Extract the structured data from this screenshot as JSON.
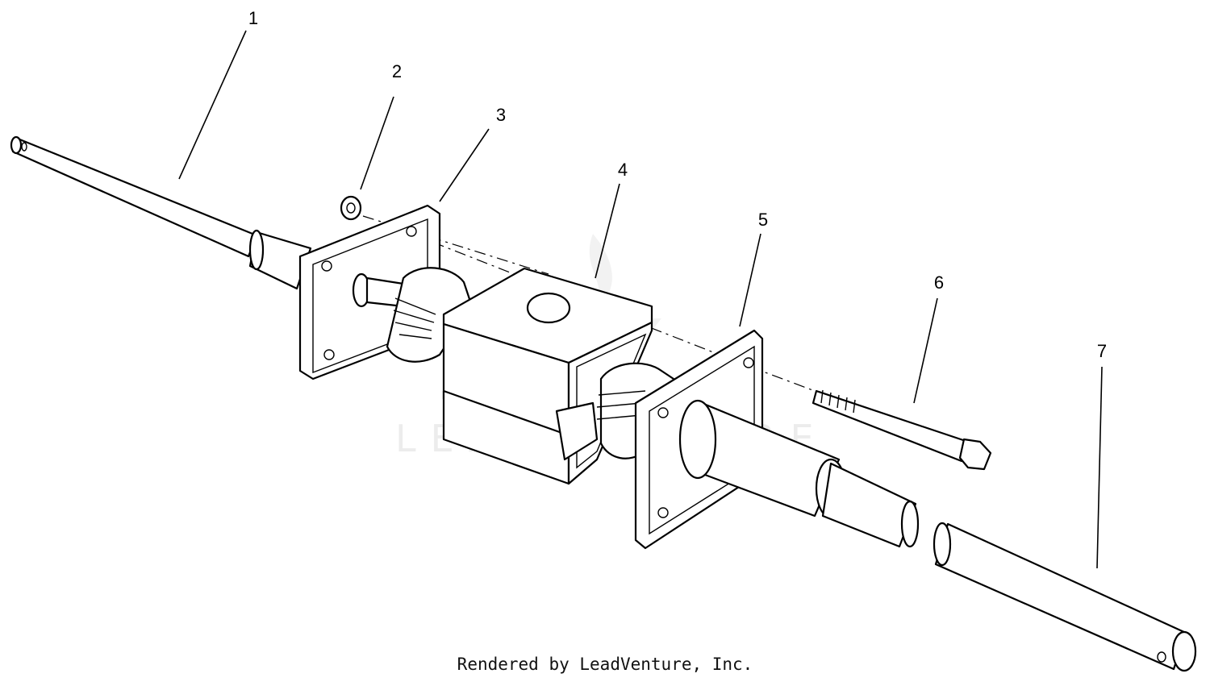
{
  "callouts": [
    {
      "number": "1",
      "part": "left-shaft"
    },
    {
      "number": "2",
      "part": "nut"
    },
    {
      "number": "3",
      "part": "left-flange-plate"
    },
    {
      "number": "4",
      "part": "gear-housing"
    },
    {
      "number": "5",
      "part": "right-flange-plate"
    },
    {
      "number": "6",
      "part": "bolt"
    },
    {
      "number": "7",
      "part": "right-shaft"
    }
  ],
  "watermark": {
    "text": "LEADVENTURE",
    "logo": "flame-logo-icon"
  },
  "footer": {
    "credit": "Rendered by LeadVenture, Inc."
  }
}
